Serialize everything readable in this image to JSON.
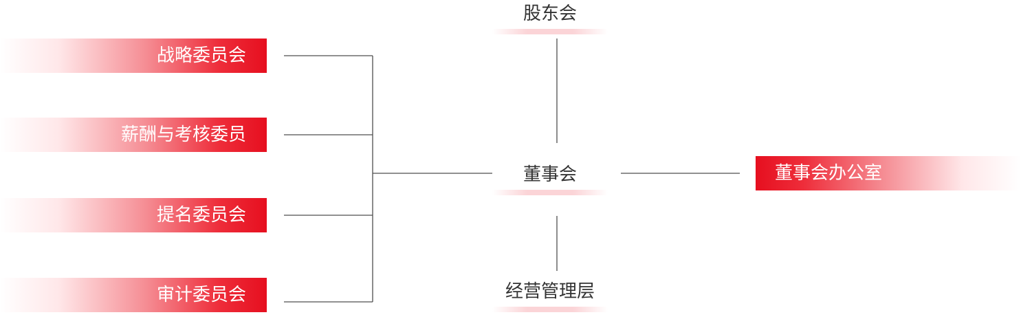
{
  "committees": [
    {
      "label": "战略委员会"
    },
    {
      "label": "薪酬与考核委员"
    },
    {
      "label": "提名委员会"
    },
    {
      "label": "审计委员会"
    }
  ],
  "shareholders": {
    "label": "股东会"
  },
  "board": {
    "label": "董事会"
  },
  "management": {
    "label": "经营管理层"
  },
  "office": {
    "label": "董事会办公室"
  },
  "colors": {
    "accent_red": "#e60f1f",
    "line": "#4d4d4d",
    "text": "#333333"
  }
}
